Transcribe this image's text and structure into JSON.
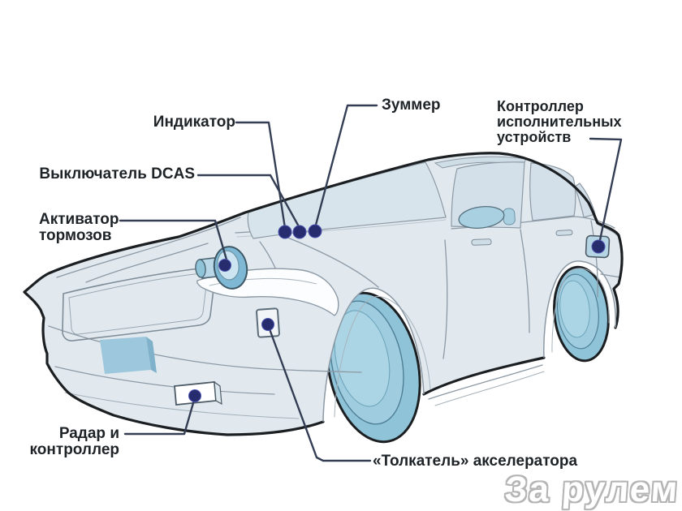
{
  "diagram": {
    "labels": {
      "indicator": "Индикатор",
      "dcas_switch": "Выключатель DCAS",
      "brake_activator_l1": "Активатор",
      "brake_activator_l2": "тормозов",
      "buzzer": "Зуммер",
      "controller_l1": "Контроллер",
      "controller_l2": "исполнительных",
      "controller_l3": "устройств",
      "radar_l1": "Радар и",
      "radar_l2": "контроллер",
      "accelerator_pusher": "«Толкатель» акселератора"
    },
    "watermark": "За рулем",
    "colors": {
      "background": "#ffffff",
      "car_body": "#e1e9ef",
      "glass": "#d4e0e9",
      "windshield": "#d8e4eb",
      "wheel": "#8fc3d8",
      "accent_teal": "#a9d0e1",
      "license_plate": "#9cc7dc",
      "headlight": "#fbfdfe",
      "outline": "#1c1f22",
      "detail_line": "#8c99a4",
      "leader_line": "#333d54",
      "marker_dot": "#272c6e",
      "label_text": "#1e2327",
      "watermark_gray": "#b5b5b5"
    }
  }
}
